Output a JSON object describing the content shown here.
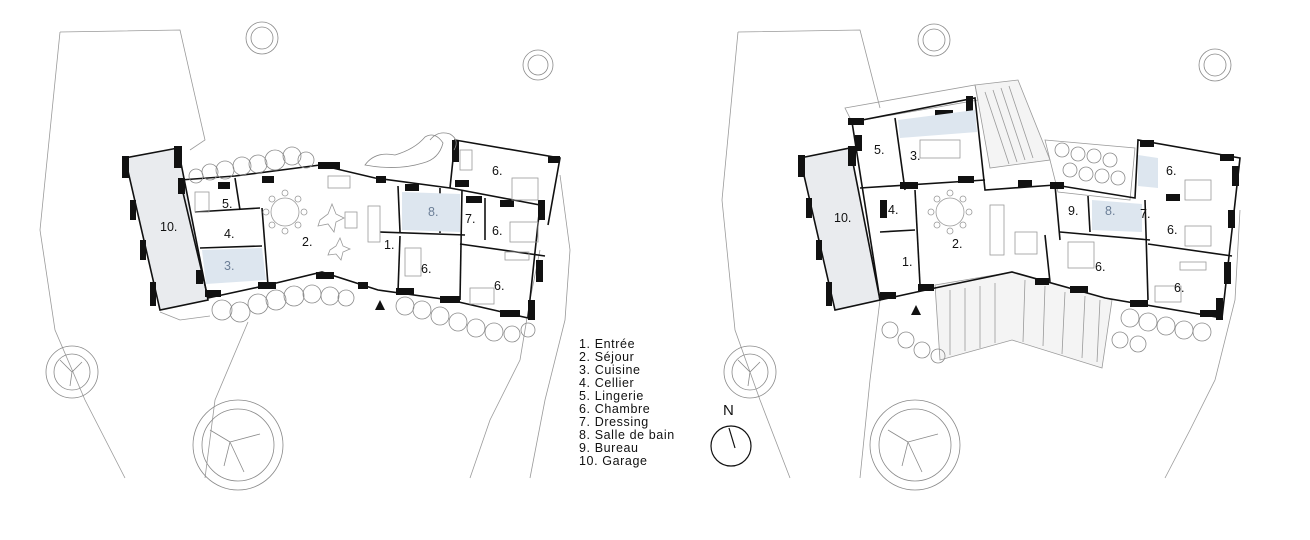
{
  "plans": [
    {
      "rooms": [
        {
          "label": "1.",
          "type": "normal"
        },
        {
          "label": "2.",
          "type": "normal"
        },
        {
          "label": "3.",
          "type": "blue"
        },
        {
          "label": "4.",
          "type": "normal"
        },
        {
          "label": "5.",
          "type": "normal"
        },
        {
          "label": "6.",
          "type": "normal"
        },
        {
          "label": "6.",
          "type": "normal"
        },
        {
          "label": "6.",
          "type": "normal"
        },
        {
          "label": "6.",
          "type": "normal"
        },
        {
          "label": "7.",
          "type": "normal"
        },
        {
          "label": "8.",
          "type": "blue"
        },
        {
          "label": "10.",
          "type": "normal"
        }
      ]
    },
    {
      "rooms": [
        {
          "label": "1.",
          "type": "normal"
        },
        {
          "label": "2.",
          "type": "normal"
        },
        {
          "label": "3.",
          "type": "normal"
        },
        {
          "label": "4.",
          "type": "normal"
        },
        {
          "label": "5.",
          "type": "normal"
        },
        {
          "label": "6.",
          "type": "normal"
        },
        {
          "label": "6.",
          "type": "normal"
        },
        {
          "label": "6.",
          "type": "normal"
        },
        {
          "label": "6.",
          "type": "normal"
        },
        {
          "label": "7.",
          "type": "normal"
        },
        {
          "label": "8.",
          "type": "blue"
        },
        {
          "label": "9.",
          "type": "normal"
        },
        {
          "label": "10.",
          "type": "normal"
        }
      ]
    }
  ],
  "legend": [
    "1. Entrée",
    "2. Séjour",
    "3. Cuisine",
    "4. Cellier",
    "5. Lingerie",
    "6. Chambre",
    "7. Dressing",
    "8. Salle de bain",
    "9. Bureau",
    "10. Garage"
  ],
  "compass": {
    "label": "N"
  },
  "colors": {
    "wall": "#111111",
    "line": "#9a9a9a",
    "garage_fill": "#e9ebee",
    "wet_room_fill": "#dde6ef",
    "terrace_fill": "#f4f4f4"
  }
}
